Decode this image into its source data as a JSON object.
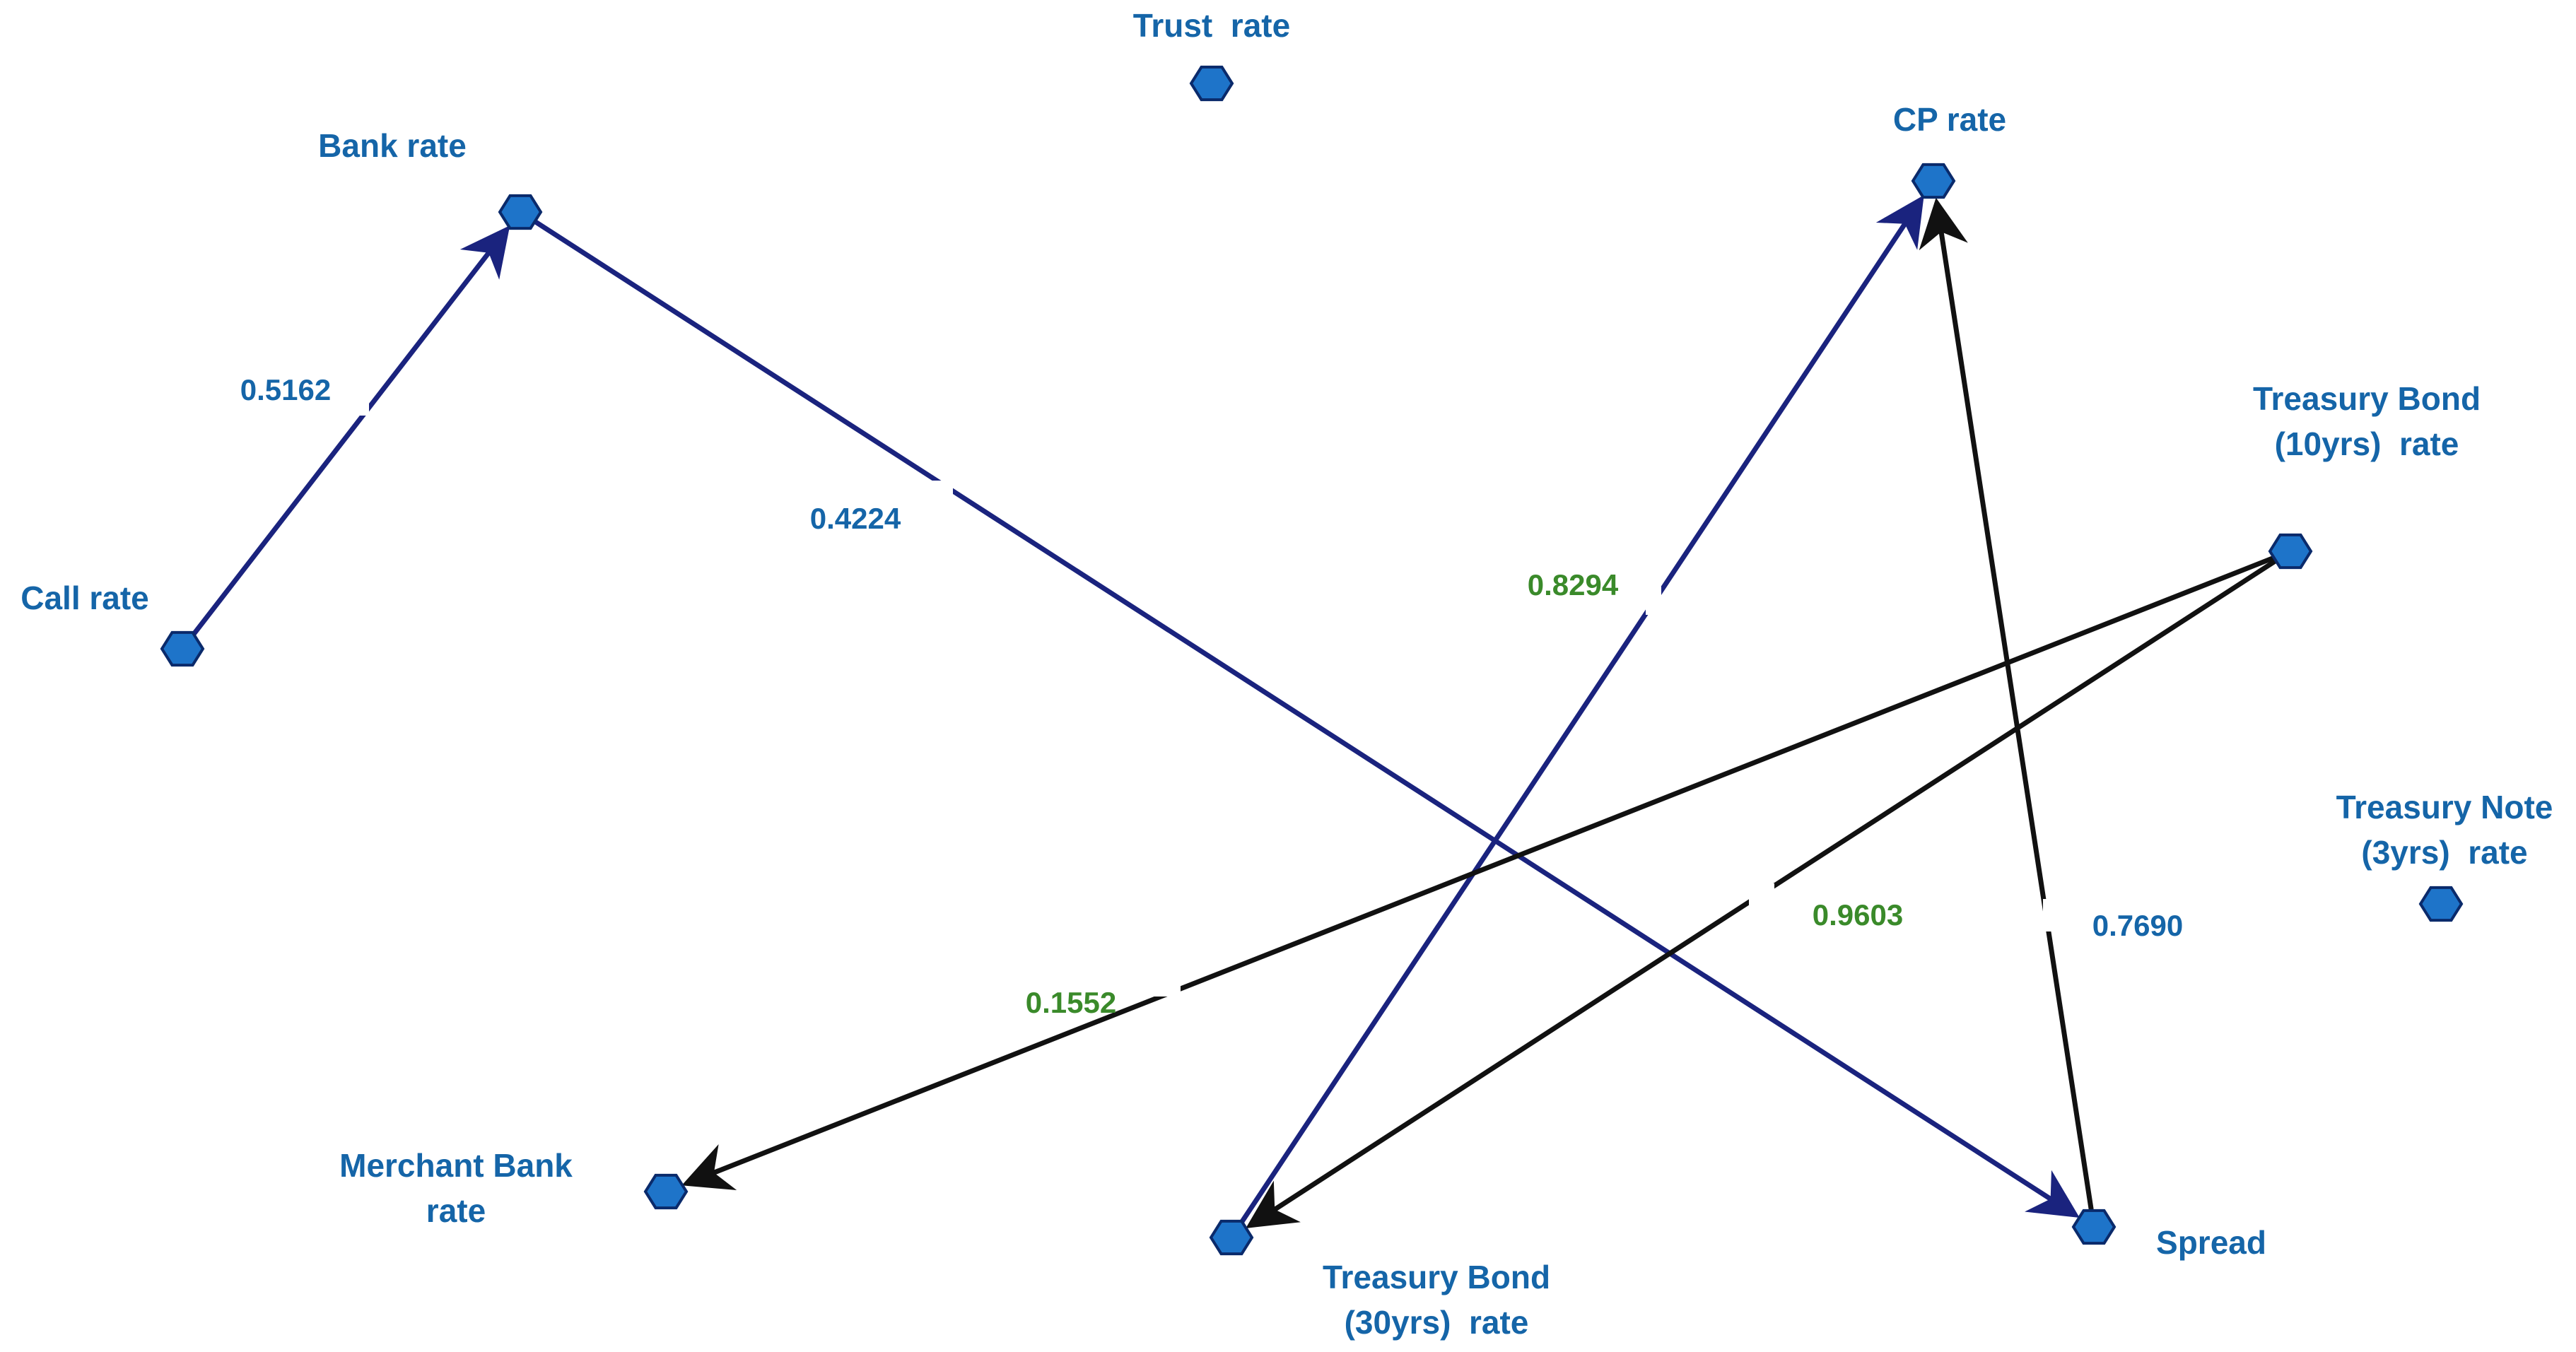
{
  "colors": {
    "node_fill": "#1E74C9",
    "node_stroke": "#0A2A6B",
    "label_blue": "#1565A8",
    "label_green": "#3A8A2A",
    "edge_navy": "#1A237E",
    "edge_black": "#111111"
  },
  "nodes": [
    {
      "id": "call",
      "lines": [
        "Call rate"
      ]
    },
    {
      "id": "bank",
      "lines": [
        "Bank rate"
      ]
    },
    {
      "id": "trust",
      "lines": [
        "Trust  rate"
      ]
    },
    {
      "id": "cp",
      "lines": [
        "CP rate"
      ]
    },
    {
      "id": "tb10",
      "lines": [
        "Treasury Bond",
        "(10yrs)  rate"
      ]
    },
    {
      "id": "tn3",
      "lines": [
        "Treasury Note",
        "(3yrs)  rate"
      ]
    },
    {
      "id": "merchant",
      "lines": [
        "Merchant Bank",
        "rate"
      ]
    },
    {
      "id": "tb30",
      "lines": [
        "Treasury Bond",
        "(30yrs)  rate"
      ]
    },
    {
      "id": "spread",
      "lines": [
        "Spread"
      ]
    }
  ],
  "edges": [
    {
      "id": "call-bank",
      "from": "call",
      "to": "bank",
      "weight": "0.5162",
      "label_color": "blue",
      "line_color": "navy"
    },
    {
      "id": "bank-spread",
      "from": "bank",
      "to": "spread",
      "weight": "0.4224",
      "label_color": "blue",
      "line_color": "navy"
    },
    {
      "id": "tb30-cp",
      "from": "tb30",
      "to": "cp",
      "weight": "0.8294",
      "label_color": "green",
      "line_color": "navy"
    },
    {
      "id": "spread-cp",
      "from": "spread",
      "to": "cp",
      "weight": "0.7690",
      "label_color": "blue",
      "line_color": "black"
    },
    {
      "id": "tb10-merchant",
      "from": "tb10",
      "to": "merchant",
      "weight": "0.1552",
      "label_color": "green",
      "line_color": "black"
    },
    {
      "id": "tb10-tb30",
      "from": "tb10",
      "to": "tb30",
      "weight": "0.9603",
      "label_color": "green",
      "line_color": "black"
    }
  ]
}
